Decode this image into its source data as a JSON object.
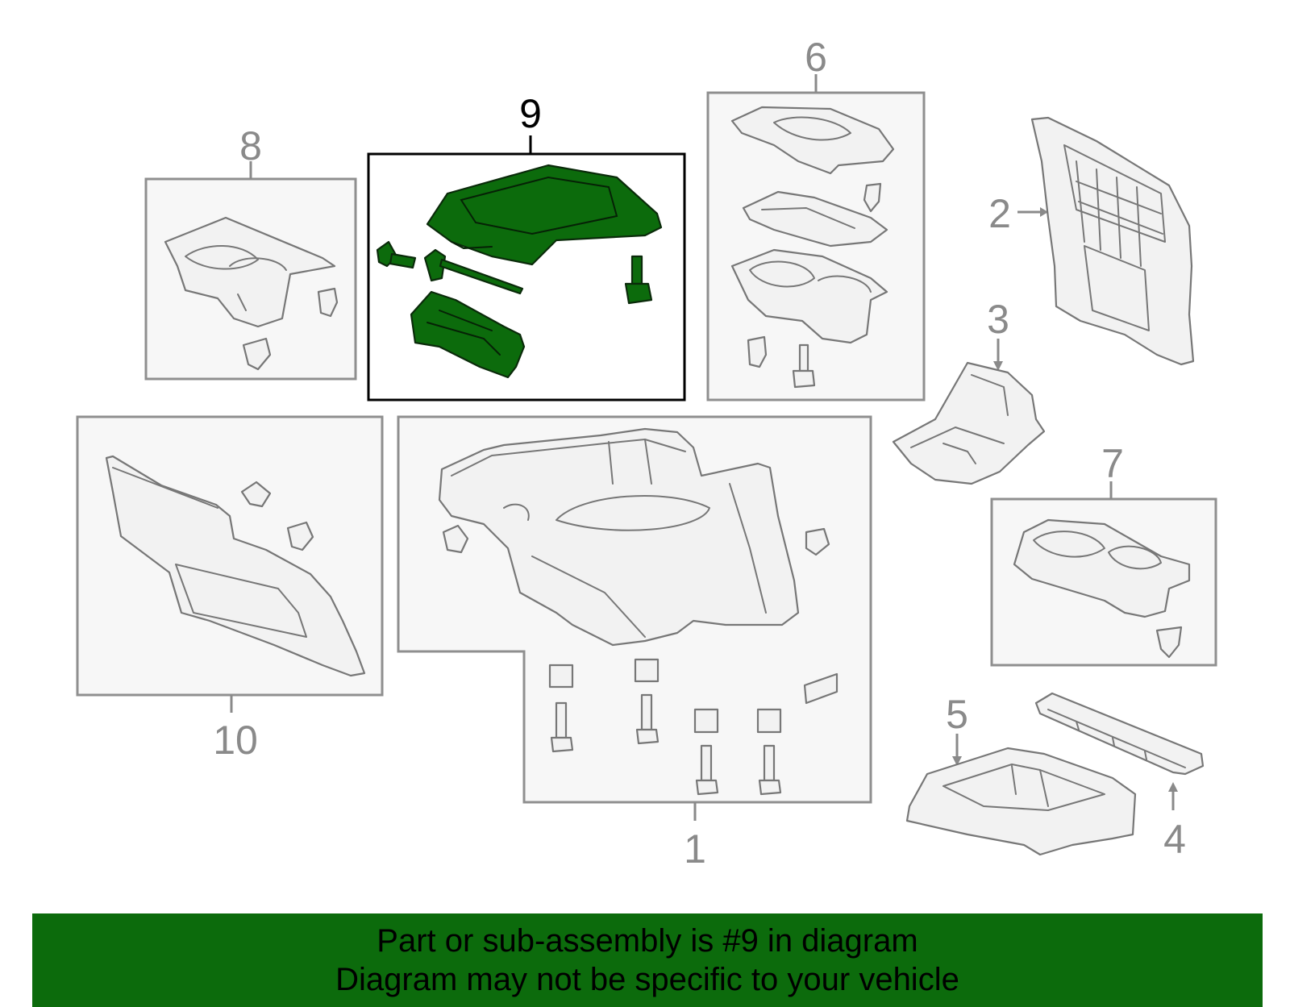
{
  "diagram": {
    "callouts": {
      "c1": "1",
      "c2": "2",
      "c3": "3",
      "c4": "4",
      "c5": "5",
      "c6": "6",
      "c7": "7",
      "c8": "8",
      "c9": "9",
      "c10": "10"
    },
    "highlight_color": "#0c6b0c",
    "highlighted_callout": "9"
  },
  "banner": {
    "line1": "Part or sub-assembly is #9 in diagram",
    "line2": "Diagram may not be specific to your vehicle",
    "background": "#0c6b0c"
  }
}
